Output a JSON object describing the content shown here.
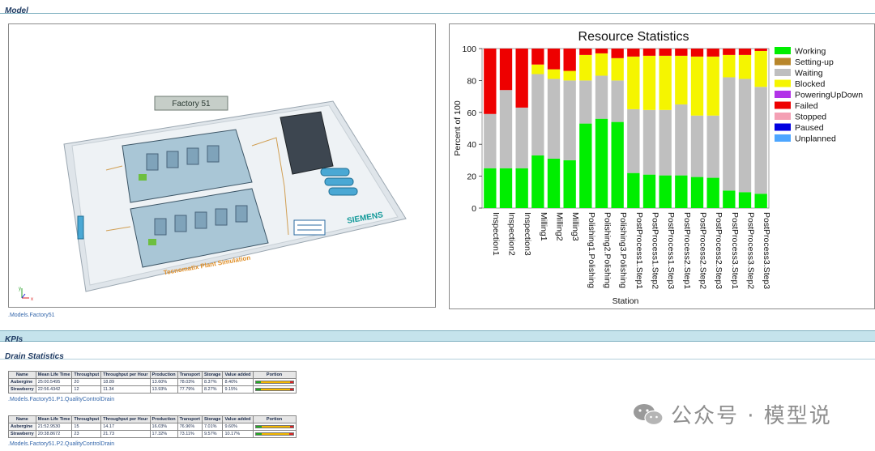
{
  "sections": {
    "model_title": "Model",
    "kpi_title": "KPIs",
    "drain_title": "Drain Statistics"
  },
  "model": {
    "path": ".Models.Factory51",
    "scene_label": "Factory 51",
    "brand_text": "SIEMENS",
    "floor_text": "Tecnomatix Plant Simulation",
    "axis_x": "x",
    "axis_y": "y"
  },
  "chart_data": {
    "type": "bar",
    "stacked": true,
    "title": "Resource Statistics",
    "xlabel": "Station",
    "ylabel": "Percent of 100",
    "ylim": [
      0,
      100
    ],
    "yticks": [
      0,
      20,
      40,
      60,
      80,
      100
    ],
    "legend_position": "right",
    "categories": [
      "Inspection1",
      "Inspection2",
      "Inspection3",
      "Milling1",
      "Milling2",
      "Milling3",
      "Polishing1.Polishing",
      "Polishing2.Polishing",
      "Polishing3.Polishing",
      "PostProcess1.Step1",
      "PostProcess1.Step2",
      "PostProcess1.Step3",
      "PostProcess2.Step1",
      "PostProcess2.Step2",
      "PostProcess2.Step3",
      "PostProcess3.Step1",
      "PostProcess3.Step2",
      "PostProcess3.Step3"
    ],
    "series": [
      {
        "name": "Working",
        "color": "#00ee00",
        "values": [
          25,
          25,
          25,
          33,
          31,
          30,
          53,
          56,
          54,
          22,
          21,
          20.5,
          20.5,
          19.5,
          19,
          11,
          10,
          9
        ]
      },
      {
        "name": "Setting-up",
        "color": "#b8862b",
        "values": [
          0,
          0,
          0,
          0,
          0,
          0,
          0,
          0,
          0,
          0,
          0,
          0,
          0,
          0,
          0,
          0,
          0,
          0
        ]
      },
      {
        "name": "Waiting",
        "color": "#bfbfbf",
        "values": [
          34,
          49,
          38,
          51,
          50,
          50,
          27,
          27,
          26,
          40,
          40.5,
          41,
          44.5,
          38.5,
          39,
          71,
          71,
          67
        ]
      },
      {
        "name": "Blocked",
        "color": "#f5f500",
        "values": [
          0,
          0,
          0,
          6,
          6,
          6,
          16,
          14,
          14,
          33,
          34,
          34,
          30.5,
          37,
          37,
          14,
          15,
          22.5
        ]
      },
      {
        "name": "PoweringUpDown",
        "color": "#b233e8",
        "values": [
          0,
          0,
          0,
          0,
          0,
          0,
          0,
          0,
          0,
          0,
          0,
          0,
          0,
          0,
          0,
          0,
          0,
          0
        ]
      },
      {
        "name": "Failed",
        "color": "#ee0000",
        "values": [
          41,
          26,
          37,
          10,
          13,
          14,
          4,
          3,
          6,
          5,
          4.5,
          4.5,
          4.5,
          5,
          5,
          4,
          4,
          1.5
        ]
      },
      {
        "name": "Stopped",
        "color": "#f4a0b4",
        "values": [
          0,
          0,
          0,
          0,
          0,
          0,
          0,
          0,
          0,
          0,
          0,
          0,
          0,
          0,
          0,
          0,
          0,
          0
        ]
      },
      {
        "name": "Paused",
        "color": "#0000e0",
        "values": [
          0,
          0,
          0,
          0,
          0,
          0,
          0,
          0,
          0,
          0,
          0,
          0,
          0,
          0,
          0,
          0,
          0,
          0
        ]
      },
      {
        "name": "Unplanned",
        "color": "#4da6ff",
        "values": [
          0,
          0,
          0,
          0,
          0,
          0,
          0,
          0,
          0,
          0,
          0,
          0,
          0,
          0,
          0,
          0,
          0,
          0
        ]
      }
    ]
  },
  "drain_tables": [
    {
      "path": ".Models.Factory51.P1.QualityControlDrain",
      "headers": [
        "Name",
        "Mean Life Time",
        "Throughput",
        "Throughput per Hour",
        "Production",
        "Transport",
        "Storage",
        "Value added",
        "Portion"
      ],
      "rows": [
        {
          "name": "Aubergine",
          "mean_life": "25:00.5495",
          "throughput": "20",
          "per_hour": "18.89",
          "production": "13.60%",
          "transport": "78.03%",
          "storage": "8.37%",
          "value_added": "8.40%",
          "portion": [
            0.14,
            0.78,
            0.08
          ]
        },
        {
          "name": "Strawberry",
          "mean_life": "22:56.4342",
          "throughput": "12",
          "per_hour": "11.34",
          "production": "13.93%",
          "transport": "77.79%",
          "storage": "8.27%",
          "value_added": "9.15%",
          "portion": [
            0.14,
            0.78,
            0.08
          ]
        }
      ]
    },
    {
      "path": ".Models.Factory51.P2.QualityControlDrain",
      "headers": [
        "Name",
        "Mean Life Time",
        "Throughput",
        "Throughput per Hour",
        "Production",
        "Transport",
        "Storage",
        "Value added",
        "Portion"
      ],
      "rows": [
        {
          "name": "Aubergine",
          "mean_life": "21:52.9530",
          "throughput": "15",
          "per_hour": "14.17",
          "production": "16.03%",
          "transport": "76.96%",
          "storage": "7.01%",
          "value_added": "9.60%",
          "portion": [
            0.16,
            0.77,
            0.07
          ]
        },
        {
          "name": "Strawberry",
          "mean_life": "20:38.8672",
          "throughput": "23",
          "per_hour": "21.73",
          "production": "17.32%",
          "transport": "73.11%",
          "storage": "9.57%",
          "value_added": "10.17%",
          "portion": [
            0.17,
            0.73,
            0.1
          ]
        }
      ]
    }
  ],
  "portion_colors": [
    "#22aa22",
    "#f5b800",
    "#dd2222"
  ],
  "watermark": {
    "text": "公众号 · 模型说",
    "icon": "wechat-icon"
  }
}
